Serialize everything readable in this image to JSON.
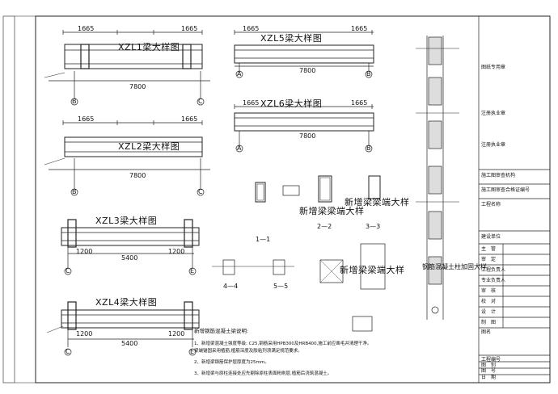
{
  "beam_details": [
    {
      "title": "XZL1梁大样图",
      "dims": [
        "1665",
        "7800",
        "1665"
      ],
      "grid": [
        "B",
        "C"
      ]
    },
    {
      "title": "XZL2梁大样图",
      "dims": [
        "1665",
        "7800",
        "1665"
      ],
      "grid": [
        "B",
        "C"
      ]
    },
    {
      "title": "XZL3梁大样图",
      "dims": [
        "1200",
        "5400",
        "1200"
      ],
      "grid": [
        "C",
        "E"
      ]
    },
    {
      "title": "XZL4梁大样图",
      "dims": [
        "1200",
        "5400",
        "1200"
      ],
      "grid": [
        "C",
        "E"
      ]
    },
    {
      "title": "XZL5梁大样图",
      "dims": [
        "1665",
        "7800",
        "1665"
      ],
      "grid": [
        "A",
        "B"
      ]
    },
    {
      "title": "XZL6梁大样图",
      "dims": [
        "1665",
        "7800",
        "1665"
      ],
      "grid": [
        "A",
        "B"
      ]
    }
  ],
  "sections": {
    "title_1": "新增梁梁端大样",
    "title_2": "新增梁梁端大样",
    "title_3": "新增梁梁端大样",
    "title_4": "钢筋混凝土柱加固大样",
    "cut_labels": [
      "1—1",
      "2—2",
      "3—3",
      "4—4",
      "5—5"
    ]
  },
  "notes": {
    "heading": "新增钢筋混凝土梁说明:",
    "lines": [
      "1、新增梁混凝土强度等级: C25,钢筋采用HPB300及HRB400,施工前应凿毛并清理干净。",
      "   梁端锚固采用植筋,植筋深度及胶粘剂须满足规范要求。",
      "2、新增梁钢筋保护层厚度为25mm。",
      "3、新增梁与原柱连接处应先剔除原柱表面粉刷层,植筋后浇筑混凝土。"
    ]
  },
  "title_block": {
    "rows": [
      "图纸专用章",
      "注册执业章",
      "注册执业章",
      "施工图审查机构",
      "施工图审查合格证编号",
      "工程名称",
      "建设单位",
      "主　管",
      "审　定",
      "工程负责人",
      "专业负责人",
      "审　核",
      "校　对",
      "设　计",
      "制　图",
      "图名",
      "工程编号",
      "图　别",
      "图　号",
      "日　期"
    ]
  }
}
